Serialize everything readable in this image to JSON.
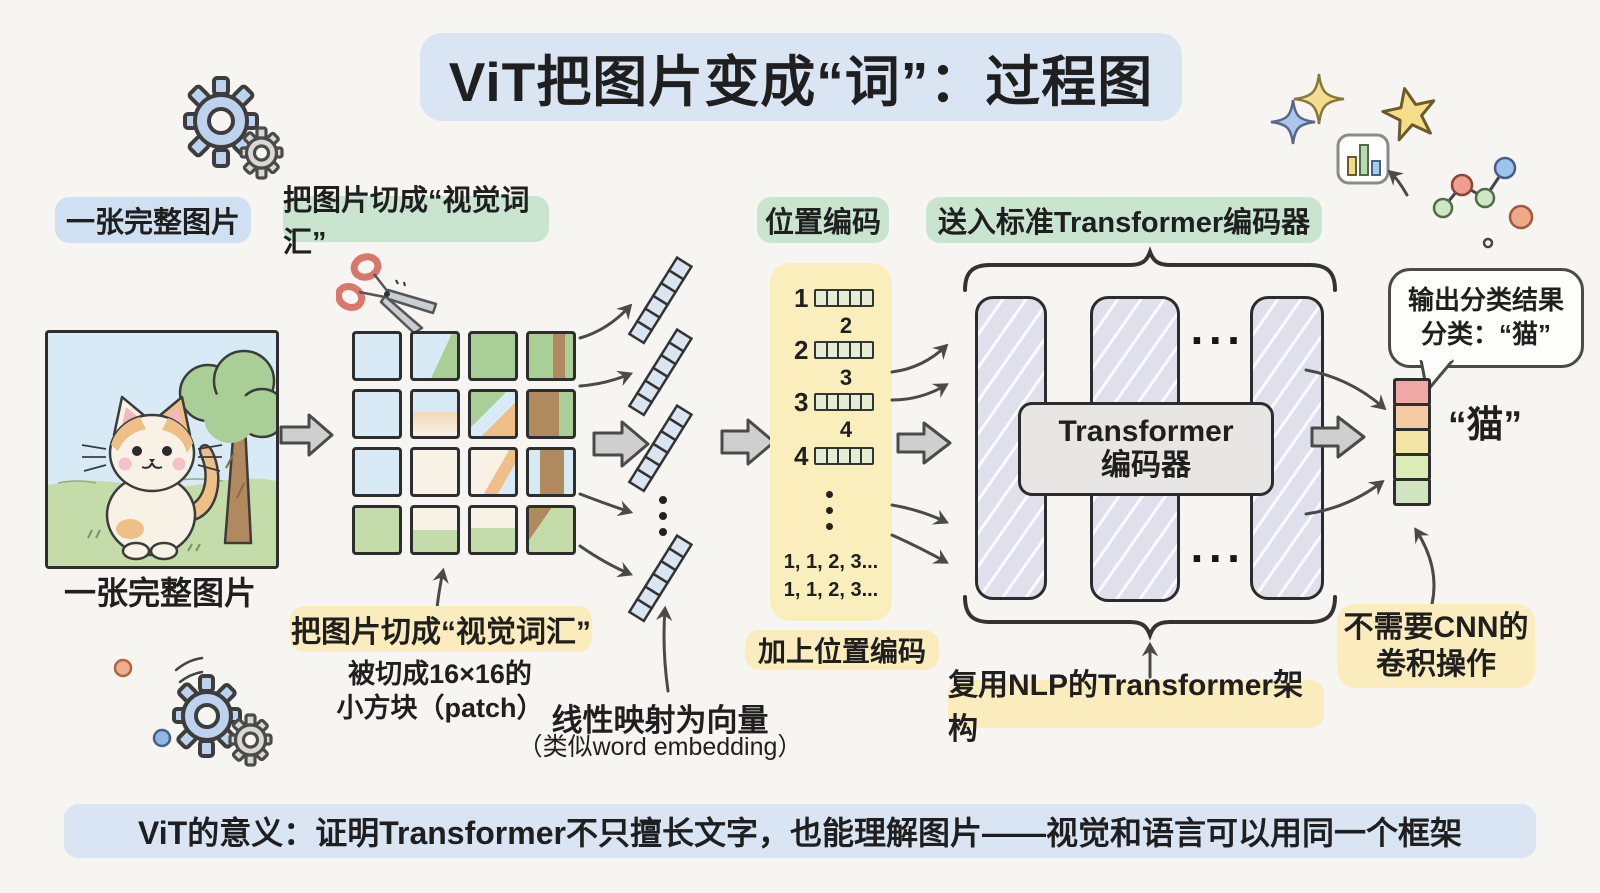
{
  "title": "ViT把图片变成“词”：过程图",
  "stages": {
    "full_image": "一张完整图片",
    "cut": "把图片切成“视觉词汇”",
    "pos": "位置编码",
    "transformer": "送入标准Transformer编码器"
  },
  "image_panel": {
    "caption": "一张完整图片"
  },
  "patch_panel": {
    "badge": "把图片切成“视觉词汇”",
    "note1": "被切成16×16的",
    "note2": "小方块（patch）",
    "cells": [
      "#d8eaf6",
      "linear-gradient(115deg,#d8eaf6 60%,#a9cf97 60%)",
      "#a9cf97",
      "linear-gradient(90deg,#a9cf97 55%,#b08a5e 55%,#b08a5e 82%,#a9cf97 82%)",
      "#d8eaf6",
      "linear-gradient(180deg,#d8eaf6 45%,#f1d9b8 45%,#f8f2e6 100%)",
      "linear-gradient(135deg,#a9cf97 40%,#d8eaf6 40%,#d8eaf6 62%,#eebf86 62%)",
      "linear-gradient(90deg,#b08a5e 68%,#a9cf97 68%)",
      "#d8eaf6",
      "#f8f2e6",
      "linear-gradient(120deg,#f8f2e6 55%,#eebf86 55%,#eebf86 75%,#d8eaf6 75%)",
      "linear-gradient(90deg,#d8eaf6 25%,#b08a5e 25%,#b08a5e 80%,#d8eaf6 80%)",
      "#c3dcaa",
      "linear-gradient(180deg,#f8f2e6 50%,#c3dcaa 50%)",
      "linear-gradient(180deg,#f8f2e6 45%,#c3dcaa 45%)",
      "linear-gradient(125deg,#b08a5e 30%,#c3dcaa 30%)"
    ]
  },
  "projection": {
    "title": "线性映射为向量",
    "subtitle": "（类似word embedding）"
  },
  "position_panel": {
    "indices": [
      "1",
      "2",
      "3",
      "4"
    ],
    "above": [
      "2",
      "3",
      "4"
    ],
    "ellipsis1": "1, 1, 2, 3...",
    "ellipsis2": "1, 1, 2, 3...",
    "badge": "加上位置编码"
  },
  "encoder": {
    "label1": "Transformer",
    "label2": "编码器",
    "dots": "···",
    "badge": "复用NLP的Transformer架构"
  },
  "output": {
    "bubble1": "输出分类结果",
    "bubble2": "分类：“猫”",
    "class_label": "“猫”",
    "badge1": "不需要CNN的",
    "badge2": "卷积操作",
    "bar": [
      "#f0a8a4",
      "#f5c9a2",
      "#f4e4a6",
      "#dcecb6",
      "#cfe5c2"
    ]
  },
  "footer": "ViT的意义：证明Transformer不只擅长文字，也能理解图片——视觉和语言可以用同一个框架",
  "colors": {
    "background": "#f7f5f2",
    "title_bg": "#d9e5f3",
    "blue_badge": "#cfe0f2",
    "green_badge": "#c9e5cf",
    "yellow_badge": "#fbecbe",
    "footer_bg": "#d9e5f3",
    "encoder_column": "#e0e0ec",
    "encoder_box": "#e7e6e4",
    "patch_vector_cell": "#d9e6f2",
    "position_vector_cell": "#e3eed2",
    "ink": "#1f1f1f"
  },
  "icons": {
    "scissors": "scissors-icon",
    "gear": "gear-icon",
    "sparkle": "sparkle-icon",
    "star": "star-icon",
    "bar_chart": "bar-chart-icon",
    "node_graph": "node-graph-icon",
    "speech_bubble": "speech-bubble",
    "arrow": "arrow-right-icon"
  }
}
